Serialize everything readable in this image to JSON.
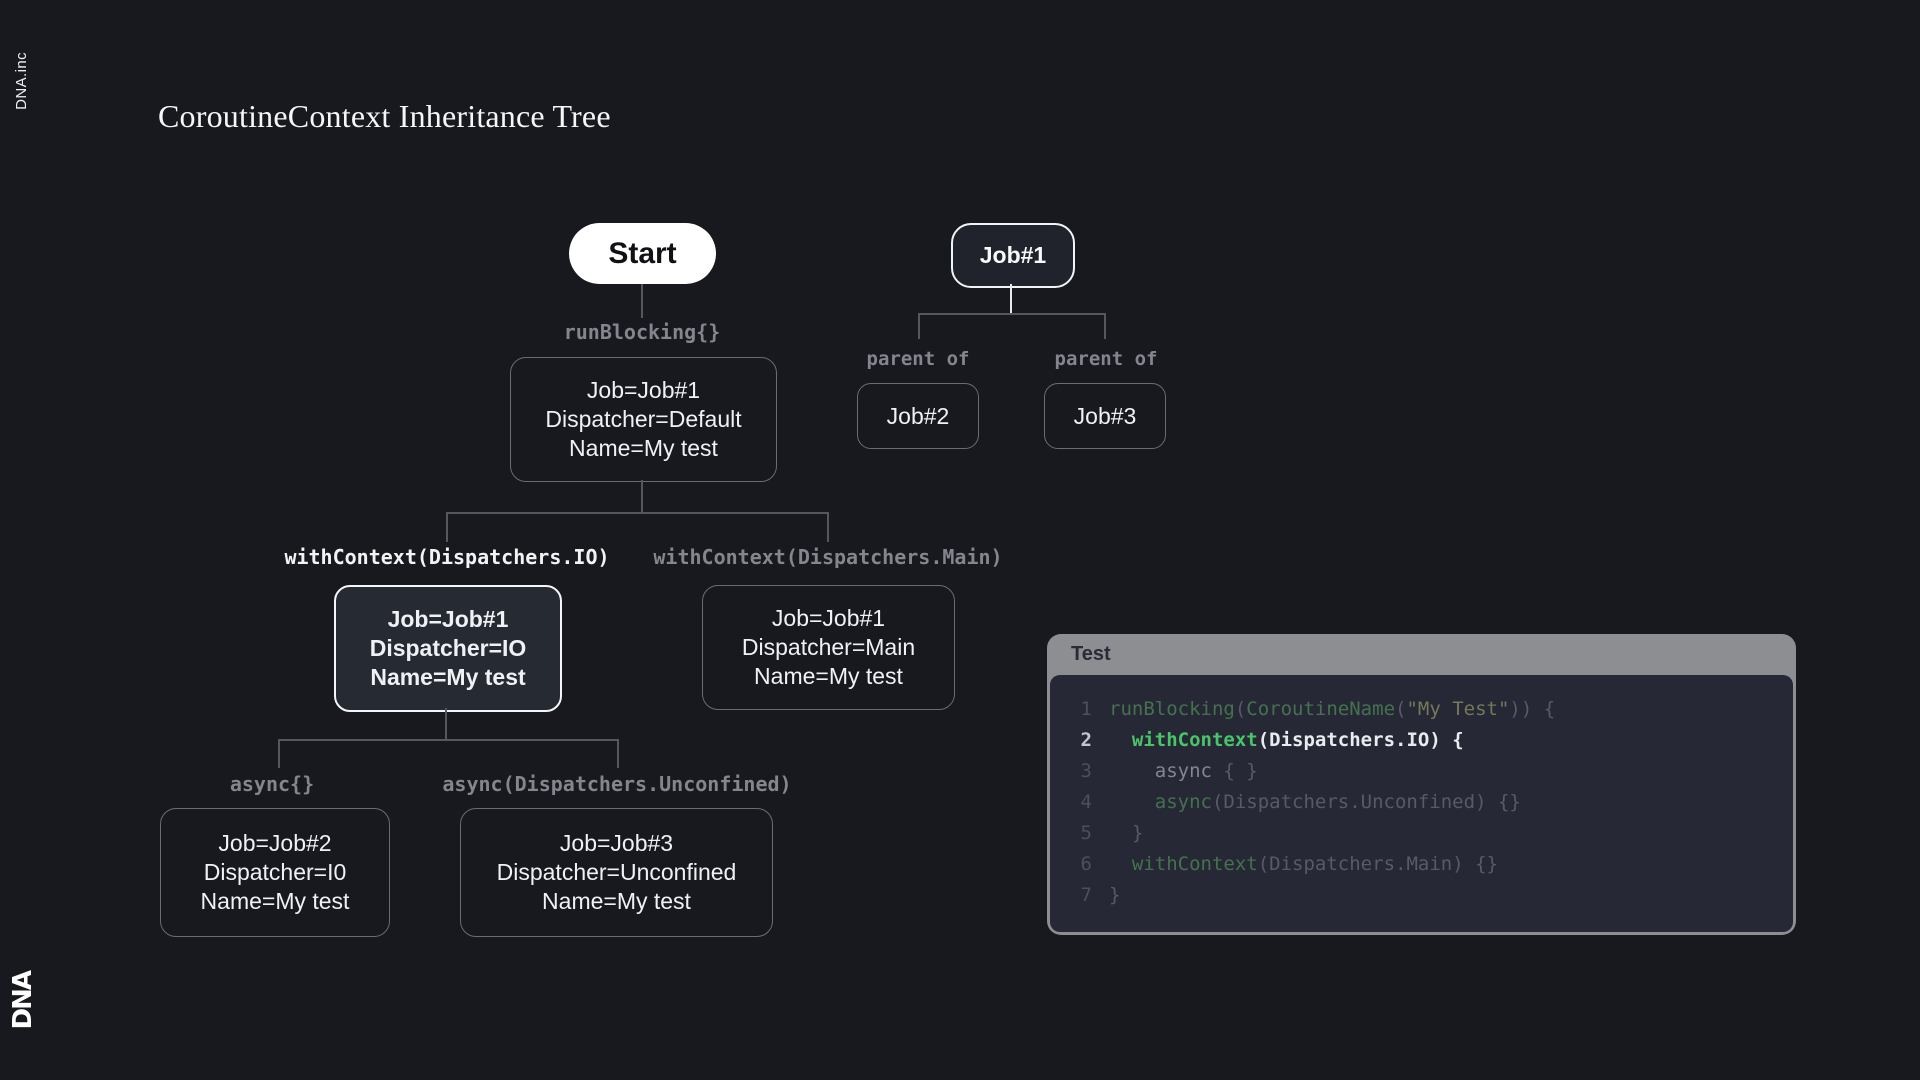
{
  "brand": {
    "vertical_text": "DNA.inc",
    "logo_text": "DNA"
  },
  "title": "CoroutineContext Inheritance Tree",
  "colors": {
    "background": "#17191e",
    "box_border": "#696c74",
    "connector": "#54575e",
    "dim_label": "#83868e",
    "highlight_border": "#f5f6f8",
    "highlight_bg": "#262a33",
    "accent_green": "#49c468",
    "panel_header": "#8d8e92",
    "code_bg": "#262935"
  },
  "tree": {
    "start_label": "Start",
    "runblocking_label": "runBlocking{}",
    "root_box": {
      "lines": [
        "Job=Job#1",
        "Dispatcher=Default",
        "Name=My test"
      ]
    },
    "withcontext_io_label": "withContext(Dispatchers.IO)",
    "withcontext_main_label": "withContext(Dispatchers.Main)",
    "io_box": {
      "lines": [
        "Job=Job#1",
        "Dispatcher=IO",
        "Name=My test"
      ]
    },
    "main_box": {
      "lines": [
        "Job=Job#1",
        "Dispatcher=Main",
        "Name=My test"
      ]
    },
    "async_label": "async{}",
    "async_unconfined_label": "async(Dispatchers.Unconfined)",
    "job2_detail_box": {
      "lines": [
        "Job=Job#2",
        "Dispatcher=I0",
        "Name=My test"
      ]
    },
    "job3_detail_box": {
      "lines": [
        "Job=Job#3",
        "Dispatcher=Unconfined",
        "Name=My test"
      ]
    }
  },
  "job_tree": {
    "root_label": "Job#1",
    "parent_of_left": "parent of",
    "parent_of_right": "parent of",
    "child_left": "Job#2",
    "child_right": "Job#3"
  },
  "code_panel": {
    "title": "Test",
    "lines": [
      {
        "num": "1",
        "active": false,
        "indent": "",
        "tokens": [
          {
            "t": "runBlocking",
            "c": "greendim"
          },
          {
            "t": "(",
            "c": "graydim"
          },
          {
            "t": "CoroutineName",
            "c": "greendim"
          },
          {
            "t": "(",
            "c": "graydim"
          },
          {
            "t": "\"My Test\"",
            "c": "strdim"
          },
          {
            "t": ")) {",
            "c": "graydim"
          }
        ]
      },
      {
        "num": "2",
        "active": true,
        "indent": "  ",
        "tokens": [
          {
            "t": "withContext",
            "c": "green"
          },
          {
            "t": "(Dispatchers.IO) {",
            "c": "white"
          }
        ]
      },
      {
        "num": "3",
        "active": false,
        "indent": "    ",
        "tokens": [
          {
            "t": "async",
            "c": "graylight"
          },
          {
            "t": " { }",
            "c": "graydim"
          }
        ]
      },
      {
        "num": "4",
        "active": false,
        "indent": "    ",
        "tokens": [
          {
            "t": "async",
            "c": "greendim"
          },
          {
            "t": "(Dispatchers.Unconfined) {}",
            "c": "graydim"
          }
        ]
      },
      {
        "num": "5",
        "active": false,
        "indent": "  ",
        "tokens": [
          {
            "t": "}",
            "c": "graydim"
          }
        ]
      },
      {
        "num": "6",
        "active": false,
        "indent": "  ",
        "tokens": [
          {
            "t": "withContext",
            "c": "greendim"
          },
          {
            "t": "(Dispatchers.Main) {}",
            "c": "graydim"
          }
        ]
      },
      {
        "num": "7",
        "active": false,
        "indent": "",
        "tokens": [
          {
            "t": "}",
            "c": "graydim"
          }
        ]
      }
    ]
  }
}
